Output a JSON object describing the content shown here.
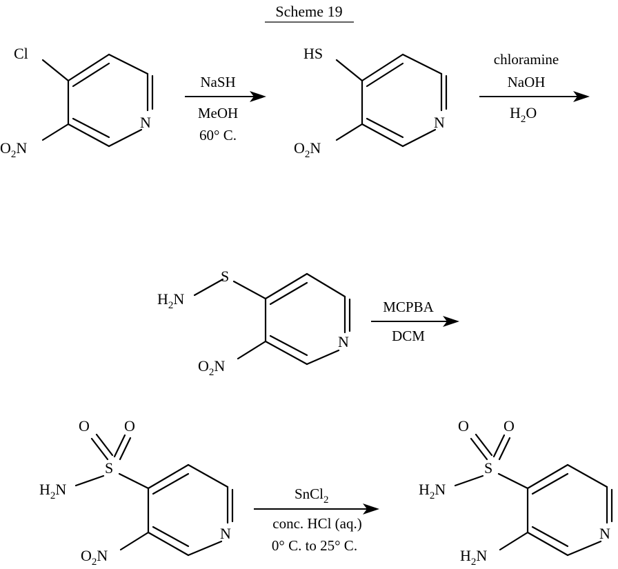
{
  "scheme": {
    "title": "Scheme 19"
  },
  "molecules": {
    "m1": {
      "substituent": "Cl",
      "nitro_main": "O",
      "nitro_sub": "2",
      "nitro_tail": "N",
      "ring_n": "N"
    },
    "m2": {
      "substituent": "HS",
      "nitro_main": "O",
      "nitro_sub": "2",
      "nitro_tail": "N",
      "ring_n": "N"
    },
    "m3": {
      "s_atom": "S",
      "amine_main": "H",
      "amine_sub": "2",
      "amine_tail": "N",
      "nitro_main": "O",
      "nitro_sub": "2",
      "nitro_tail": "N",
      "ring_n": "N"
    },
    "m4": {
      "s_atom": "S",
      "o_left": "O",
      "o_right": "O",
      "amine_main": "H",
      "amine_sub": "2",
      "amine_tail": "N",
      "nitro_main": "O",
      "nitro_sub": "2",
      "nitro_tail": "N",
      "ring_n": "N"
    },
    "m5": {
      "s_atom": "S",
      "o_left": "O",
      "o_right": "O",
      "amine_main": "H",
      "amine_sub": "2",
      "amine_tail": "N",
      "ring_amine_main": "H",
      "ring_amine_sub": "2",
      "ring_amine_tail": "N",
      "ring_n": "N"
    }
  },
  "arrows": {
    "a1": {
      "above": "NaSH",
      "below1": "MeOH",
      "below2": "60° C."
    },
    "a2": {
      "above1": "chloramine",
      "above2": "NaOH",
      "below_main": "H",
      "below_sub": "2",
      "below_tail": "O"
    },
    "a3": {
      "above": "MCPBA",
      "below": "DCM"
    },
    "a4": {
      "above_main": "SnCl",
      "above_sub": "2",
      "below1": "conc. HCl (aq.)",
      "below2": "0° C. to 25° C."
    }
  }
}
